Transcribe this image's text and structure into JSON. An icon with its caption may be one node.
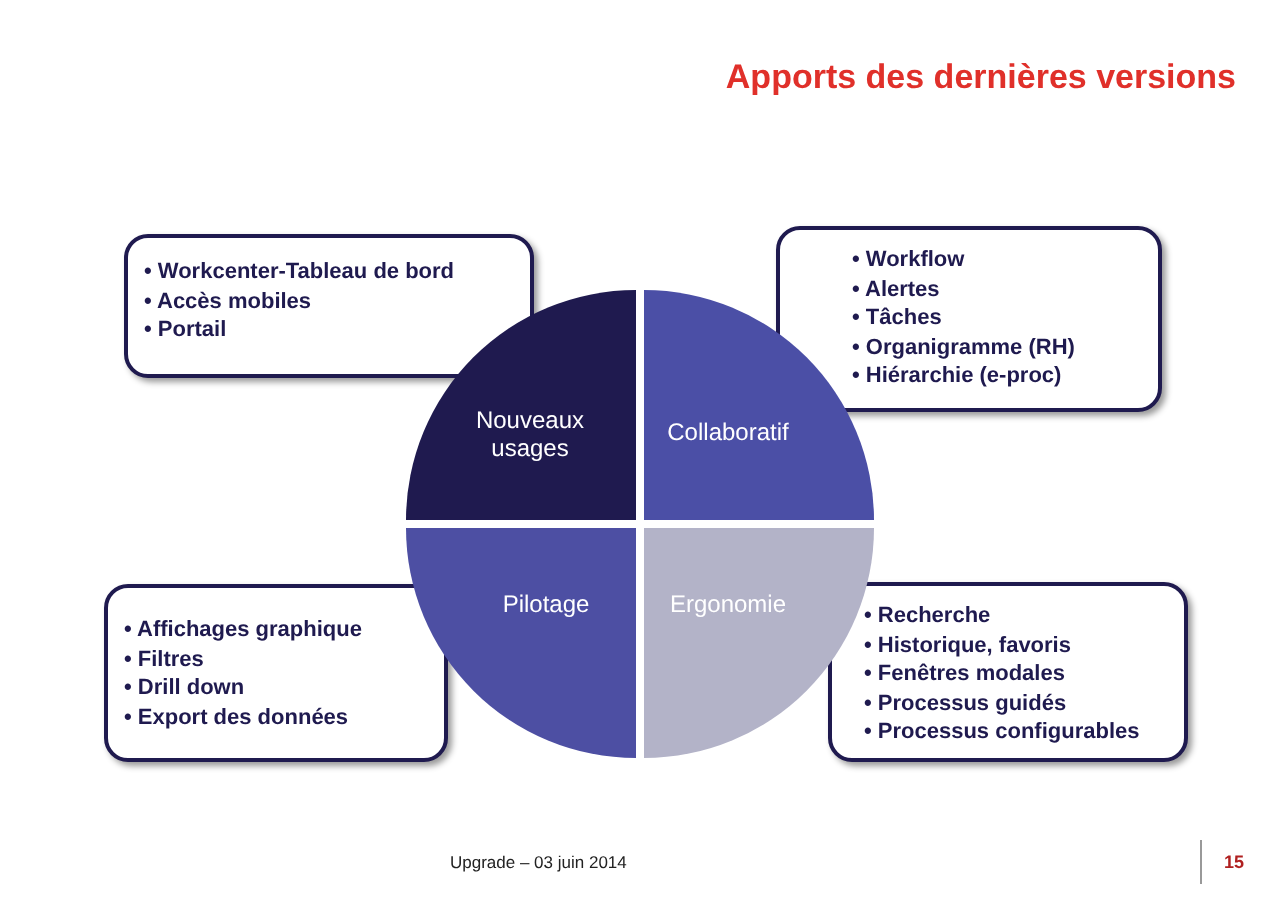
{
  "diagram": {
    "title": "Apports des dernières versions",
    "nodes": [
      {
        "text": [
          "• Workcenter-Tableau de bord",
          "• Accès mobiles",
          "• Portail"
        ]
      },
      {
        "text": [
          "• Workflow",
          "• Alertes",
          "• Tâches",
          "• Organigramme (RH)",
          "• Hiérarchie (e-proc)"
        ]
      },
      {
        "text": [
          "Nouveaux usages"
        ]
      },
      {
        "text": [
          "Collaboratif"
        ]
      },
      {
        "text": [
          "Pilotage"
        ]
      },
      {
        "text": [
          "Ergonomie"
        ]
      },
      {
        "text": [
          "• Affichages graphique",
          "• Filtres",
          "• Drill down",
          "• Export des données"
        ]
      },
      {
        "text": [
          "• Recherche",
          "• Historique, favoris",
          "• Fenêtres modales",
          "• Processus guidés",
          "• Processus configurables"
        ]
      }
    ],
    "labels": [
      "Upgrade – 03 juin 2014",
      "15"
    ]
  }
}
